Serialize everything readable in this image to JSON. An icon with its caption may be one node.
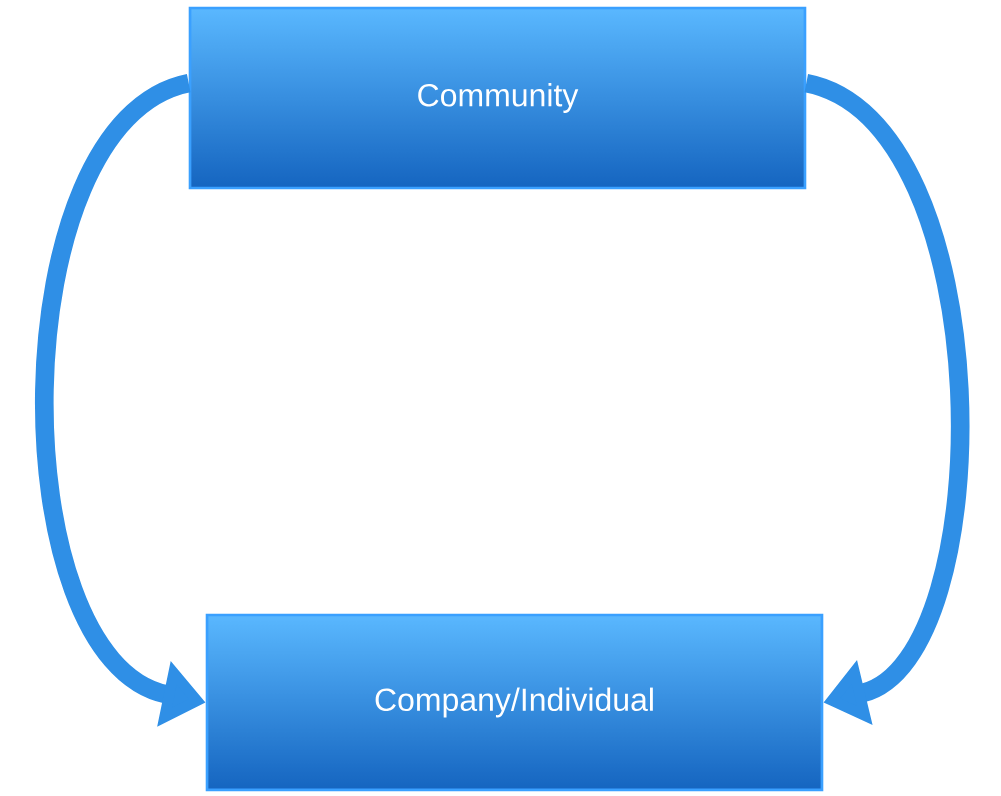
{
  "diagram": {
    "nodes": [
      {
        "text": [
          "Community"
        ]
      },
      {
        "text": [
          "Company/Individual"
        ]
      }
    ],
    "edges": [
      {
        "from": 0,
        "to": 1,
        "arrow": "to"
      },
      {
        "from": 0,
        "to": 1,
        "arrow": "to"
      }
    ]
  }
}
